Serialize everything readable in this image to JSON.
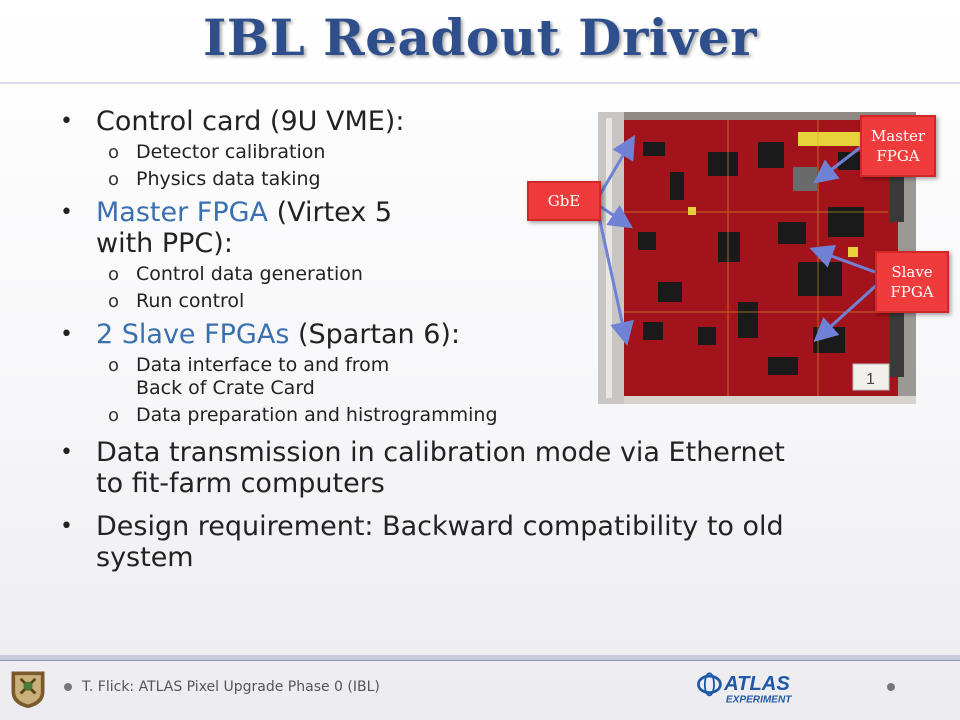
{
  "slide": {
    "title": "IBL Readout Driver",
    "bullets": [
      {
        "text": "Control card (9U VME):",
        "subs": [
          "Detector calibration",
          "Physics data taking"
        ]
      },
      {
        "highlight": "Master FPGA",
        "text_line1": " (Virtex 5",
        "text_line2": "with PPC):",
        "subs": [
          "Control data generation",
          "Run control"
        ]
      },
      {
        "highlight": "2 Slave FPGAs",
        "text": " (Spartan 6):",
        "subs": [
          "Data interface to and from",
          "Back of Crate Card",
          "Data preparation and histrogramming"
        ]
      },
      {
        "text_line1": "Data transmission in calibration mode via Ethernet",
        "text_line2": "to fit-farm computers"
      },
      {
        "text_line1": "Design requirement: Backward compatibility to old",
        "text_line2": "system"
      }
    ],
    "bullet_glyph": "•",
    "sub_glyph": "o",
    "callouts": {
      "gbe": "GbE",
      "master_line1": "Master",
      "master_line2": "FPGA",
      "slave_line1": "Slave",
      "slave_line2": "FPGA"
    },
    "board_label": "1"
  },
  "footer": {
    "text": "T. Flick: ATLAS Pixel Upgrade Phase 0 (IBL)",
    "atlas_logo_text": "ATLAS",
    "atlas_logo_sub": "EXPERIMENT"
  },
  "colors": {
    "title": "#2f4f8c",
    "highlight": "#3a6fb0",
    "callout": "#ef3b3b",
    "arrow": "#6f82d6",
    "board": "#a3131b"
  },
  "icons": [
    "university-crest-logo",
    "atlas-experiment-logo"
  ]
}
